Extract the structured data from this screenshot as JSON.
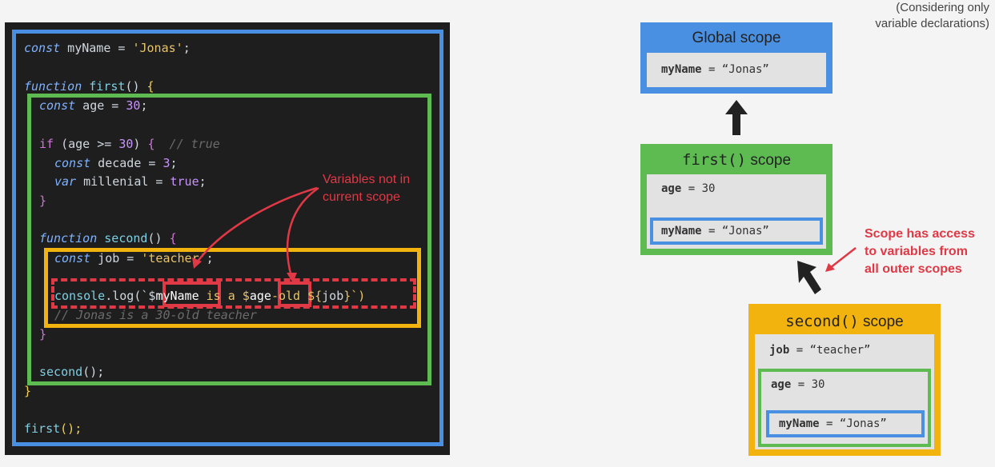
{
  "note": {
    "line1": "(Considering only",
    "line2": "variable declarations)"
  },
  "code": {
    "l1": {
      "kw": "const",
      "rest_a": " myName = ",
      "str": "'Jonas'",
      "rest_b": ";"
    },
    "l2": {
      "kw": "function",
      "fn": " first",
      "paren": "() ",
      "brace": "{"
    },
    "l3": {
      "kw": "const",
      "rest_a": " age = ",
      "num": "30",
      "rest_b": ";"
    },
    "l4": {
      "kw2": "if",
      "rest_a": " (age >= ",
      "num": "30",
      "rest_b": ") ",
      "brace": "{",
      "cmt": "  // true"
    },
    "l5": {
      "kw": "const",
      "rest_a": " decade = ",
      "num": "3",
      "rest_b": ";"
    },
    "l6": {
      "kw": "var",
      "rest_a": " millenial = ",
      "num": "true",
      "rest_b": ";"
    },
    "l7": {
      "brace": "}"
    },
    "l8": {
      "kw": "function",
      "fn": " second",
      "paren": "() ",
      "brace": "{"
    },
    "l9": {
      "kw": "const",
      "rest_a": " job = ",
      "str": "'teacher'",
      "rest_b": ";"
    },
    "l10": {
      "a": "console",
      "b": ".log(`$",
      "c": "myName",
      "d": " is a $",
      "e": "age",
      "f": "-old ${",
      "g": "job",
      "h": "}`)"
    },
    "l11": {
      "cmt": "// Jonas is a 30-old teacher"
    },
    "l12": {
      "brace": "}"
    },
    "l13": {
      "fn": "second",
      "rest": "();"
    },
    "l14": {
      "brace": "}"
    },
    "l15": {
      "fn": "first",
      "rest": "();"
    }
  },
  "annotations": {
    "not_in_scope_1": "Variables not in",
    "not_in_scope_2": "current scope",
    "access_1": "Scope has access",
    "access_2": "to variables from",
    "access_3": "all outer scopes"
  },
  "scopes": {
    "global": {
      "title": "Global scope",
      "var1_name": "myName",
      "var1_val": " = “Jonas”"
    },
    "first": {
      "title_code": "first()",
      "title_rest": " scope",
      "var1_name": "age",
      "var1_val": " = 30",
      "var2_name": "myName",
      "var2_val": " = “Jonas”"
    },
    "second": {
      "title_code": "second()",
      "title_rest": " scope",
      "var1_name": "job",
      "var1_val": " = “teacher”",
      "var2_name": "age",
      "var2_val": " = 30",
      "var3_name": "myName",
      "var3_val": " = “Jonas”"
    }
  },
  "colors": {
    "global": "#4a90e2",
    "first": "#5dbb52",
    "second": "#f2b30f",
    "annotation": "#e03845"
  }
}
